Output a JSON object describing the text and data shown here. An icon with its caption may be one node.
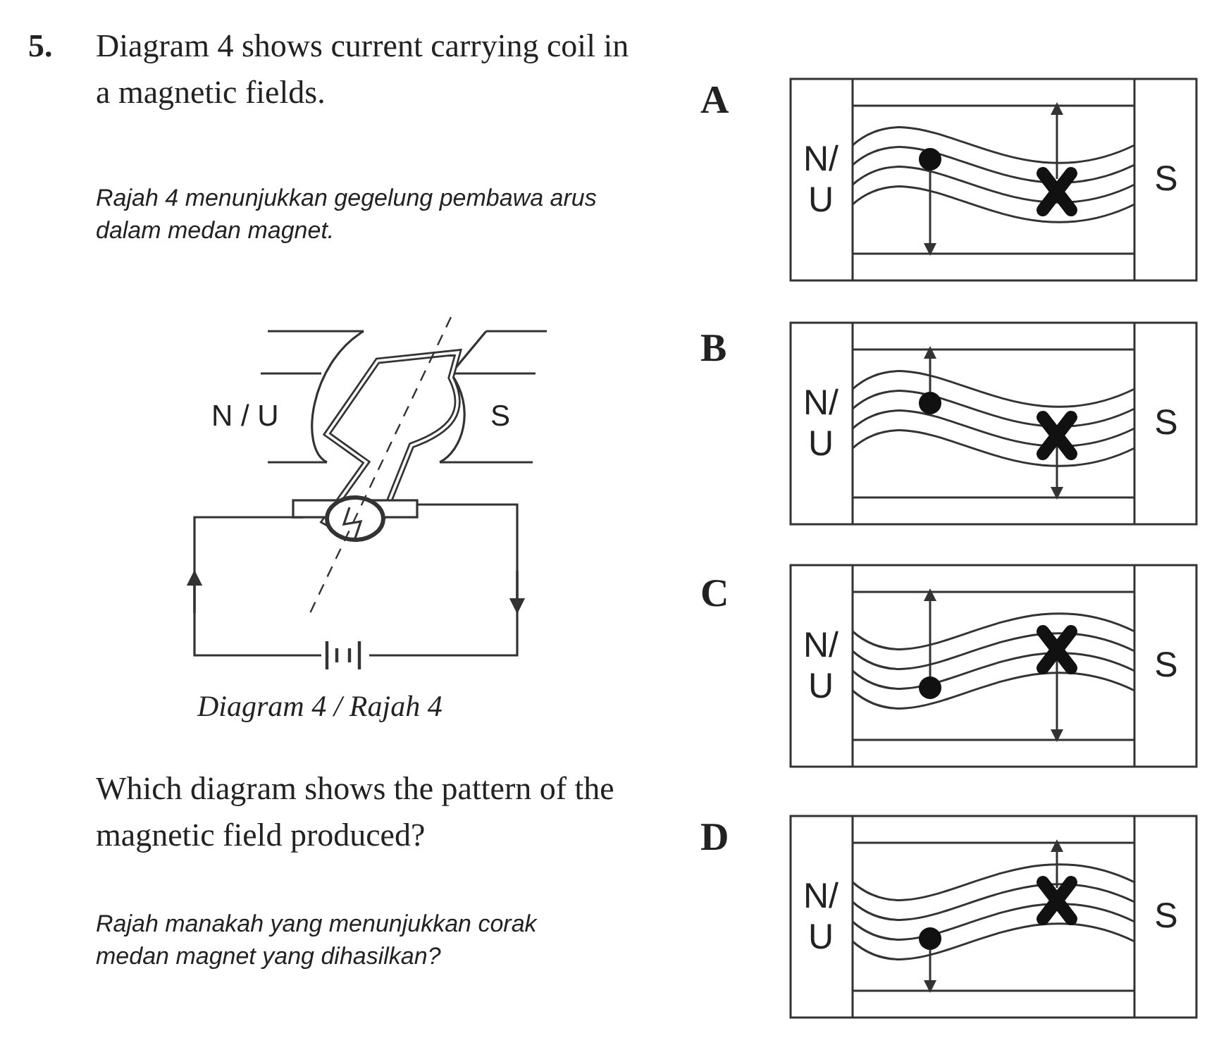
{
  "diagram": {
    "labels": [
      "5.",
      "Diagram 4 shows current carrying coil in a magnetic fields.",
      "Rajah 4 menunjukkan gegelung pembawa arus dalam medan magnet.",
      "N / U",
      "S",
      "Diagram 4 / Rajah 4",
      "Which diagram shows the pattern of the magnetic field produced?",
      "Rajah manakah yang menunjukkan corak medan magnet yang dihasilkan?",
      "A",
      "N/ U",
      "S",
      "B",
      "N/ U",
      "S",
      "C",
      "N/ U",
      "S",
      "D",
      "N/ U",
      "S"
    ]
  }
}
